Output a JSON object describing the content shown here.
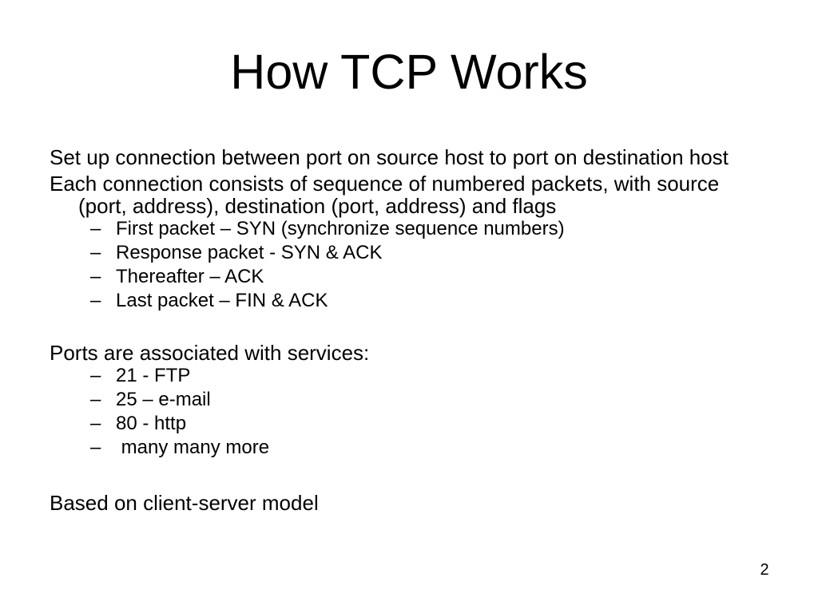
{
  "slide": {
    "title": "How TCP Works",
    "page_number": "2",
    "bullet_char": "–",
    "colors": {
      "background": "#ffffff",
      "text": "#000000"
    },
    "paragraphs": {
      "setup": "Set up connection between port on source host to port on destination host",
      "each_connection": "Each connection consists of sequence of numbered packets, with source (port, address), destination (port, address) and flags",
      "ports_services": "Ports are associated with services:",
      "client_server": "Based on client-server model"
    },
    "packet_bullets": [
      {
        "text": "First packet – SYN (synchronize sequence numbers)"
      },
      {
        "text": "Response packet - SYN & ACK"
      },
      {
        "text": "Thereafter – ACK"
      },
      {
        "text": "Last packet – FIN & ACK"
      }
    ],
    "port_bullets": [
      {
        "text": "21 - FTP"
      },
      {
        "text": "25 – e-mail"
      },
      {
        "text": "80 - http"
      },
      {
        "text": " many many more"
      }
    ]
  }
}
